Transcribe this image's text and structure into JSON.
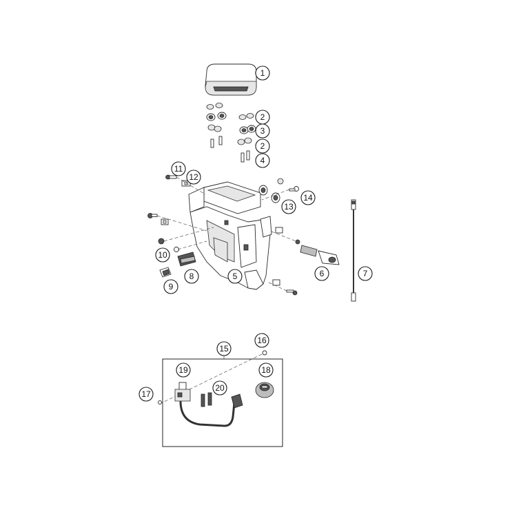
{
  "diagram": {
    "callouts": [
      "1",
      "2",
      "3",
      "2",
      "4",
      "11",
      "12",
      "13",
      "14",
      "10",
      "8",
      "9",
      "5",
      "6",
      "7",
      "15",
      "16",
      "19",
      "18",
      "20",
      "17"
    ]
  }
}
